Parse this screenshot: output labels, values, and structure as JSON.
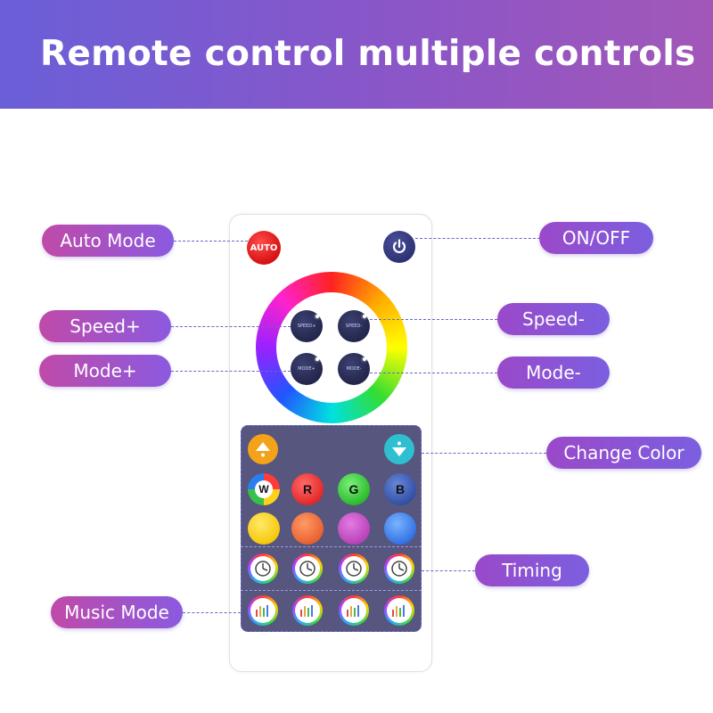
{
  "banner": {
    "title": "Remote control multiple controls"
  },
  "remote": {
    "auto_label": "AUTO",
    "color_buttons": {
      "w": "W",
      "r": "R",
      "g": "G",
      "b": "B"
    },
    "small_buttons": {
      "speed_plus": "SPEED+",
      "speed_minus": "SPEED-",
      "mode_plus": "MODE+",
      "mode_minus": "MODE-"
    }
  },
  "callouts": {
    "auto_mode": "Auto Mode",
    "on_off": "ON/OFF",
    "speed_plus": "Speed+",
    "speed_minus": "Speed-",
    "mode_plus": "Mode+",
    "mode_minus": "Mode-",
    "change_color": "Change Color",
    "timing": "Timing",
    "music_mode": "Music Mode"
  },
  "colors": {
    "banner_start": "#6a5fd8",
    "banner_end": "#a257b8",
    "callout_purple": "#8a5ae0",
    "panel": "#56567e",
    "auto_red": "#d40d0d",
    "power_navy": "#2a2e6e",
    "yellow": "#ffd21a",
    "orange": "#f06a3a",
    "magenta": "#c84dc8",
    "blue": "#4a8af0"
  },
  "icons": {
    "power": "power-icon",
    "arrow_up": "arrow-up-icon",
    "arrow_down": "arrow-down-icon",
    "timer": "timer-icon",
    "music": "music-icon"
  }
}
